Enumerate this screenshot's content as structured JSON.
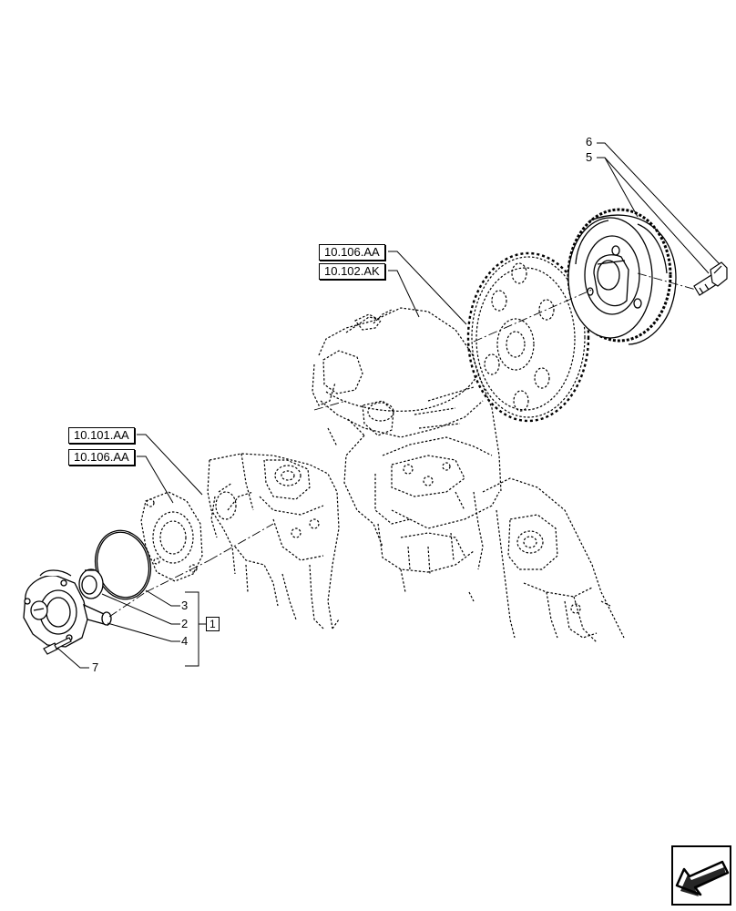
{
  "references": {
    "ref_10_106_aa_top": "10.106.AA",
    "ref_10_102_ak": "10.102.AK",
    "ref_10_101_aa": "10.101.AA",
    "ref_10_106_aa_left": "10.106.AA"
  },
  "callouts": {
    "item_6": "6",
    "item_5": "5",
    "item_3": "3",
    "item_2": "2",
    "item_4": "4",
    "item_7": "7",
    "kit_1": "1"
  },
  "icons": {
    "navigation": "previous-page-arrow-icon"
  }
}
